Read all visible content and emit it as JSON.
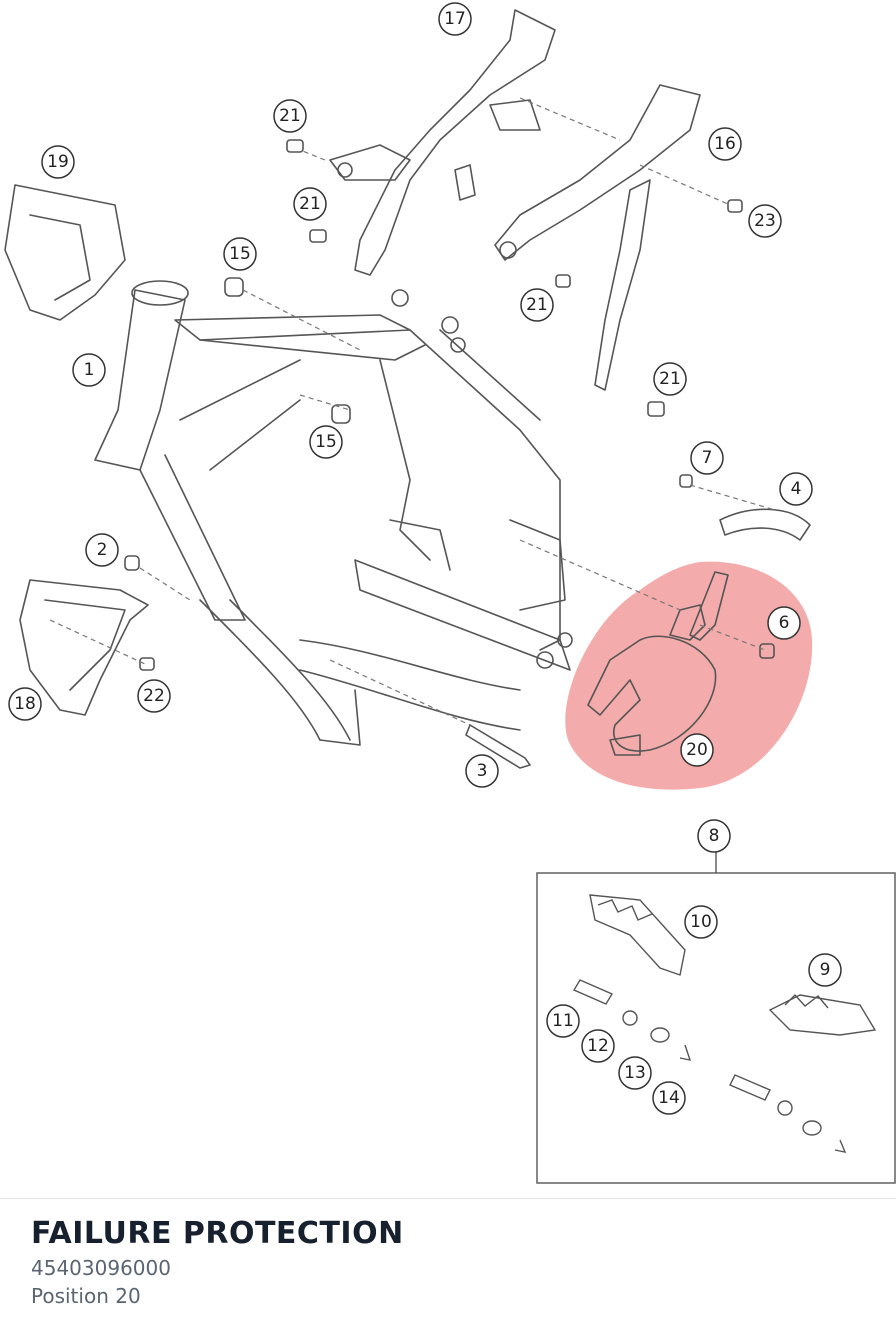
{
  "part": {
    "title": "FAILURE PROTECTION",
    "number": "45403096000",
    "position": "Position 20"
  },
  "callouts": [
    "17",
    "21",
    "16",
    "19",
    "21",
    "23",
    "15",
    "21",
    "1",
    "21",
    "15",
    "7",
    "4",
    "2",
    "6",
    "22",
    "18",
    "20",
    "3",
    "8",
    "10",
    "9",
    "11",
    "12",
    "13",
    "14"
  ],
  "colors": {
    "highlight": "#f08a8a",
    "line": "#555555",
    "title": "#16202e",
    "subtext": "#5b6472"
  }
}
